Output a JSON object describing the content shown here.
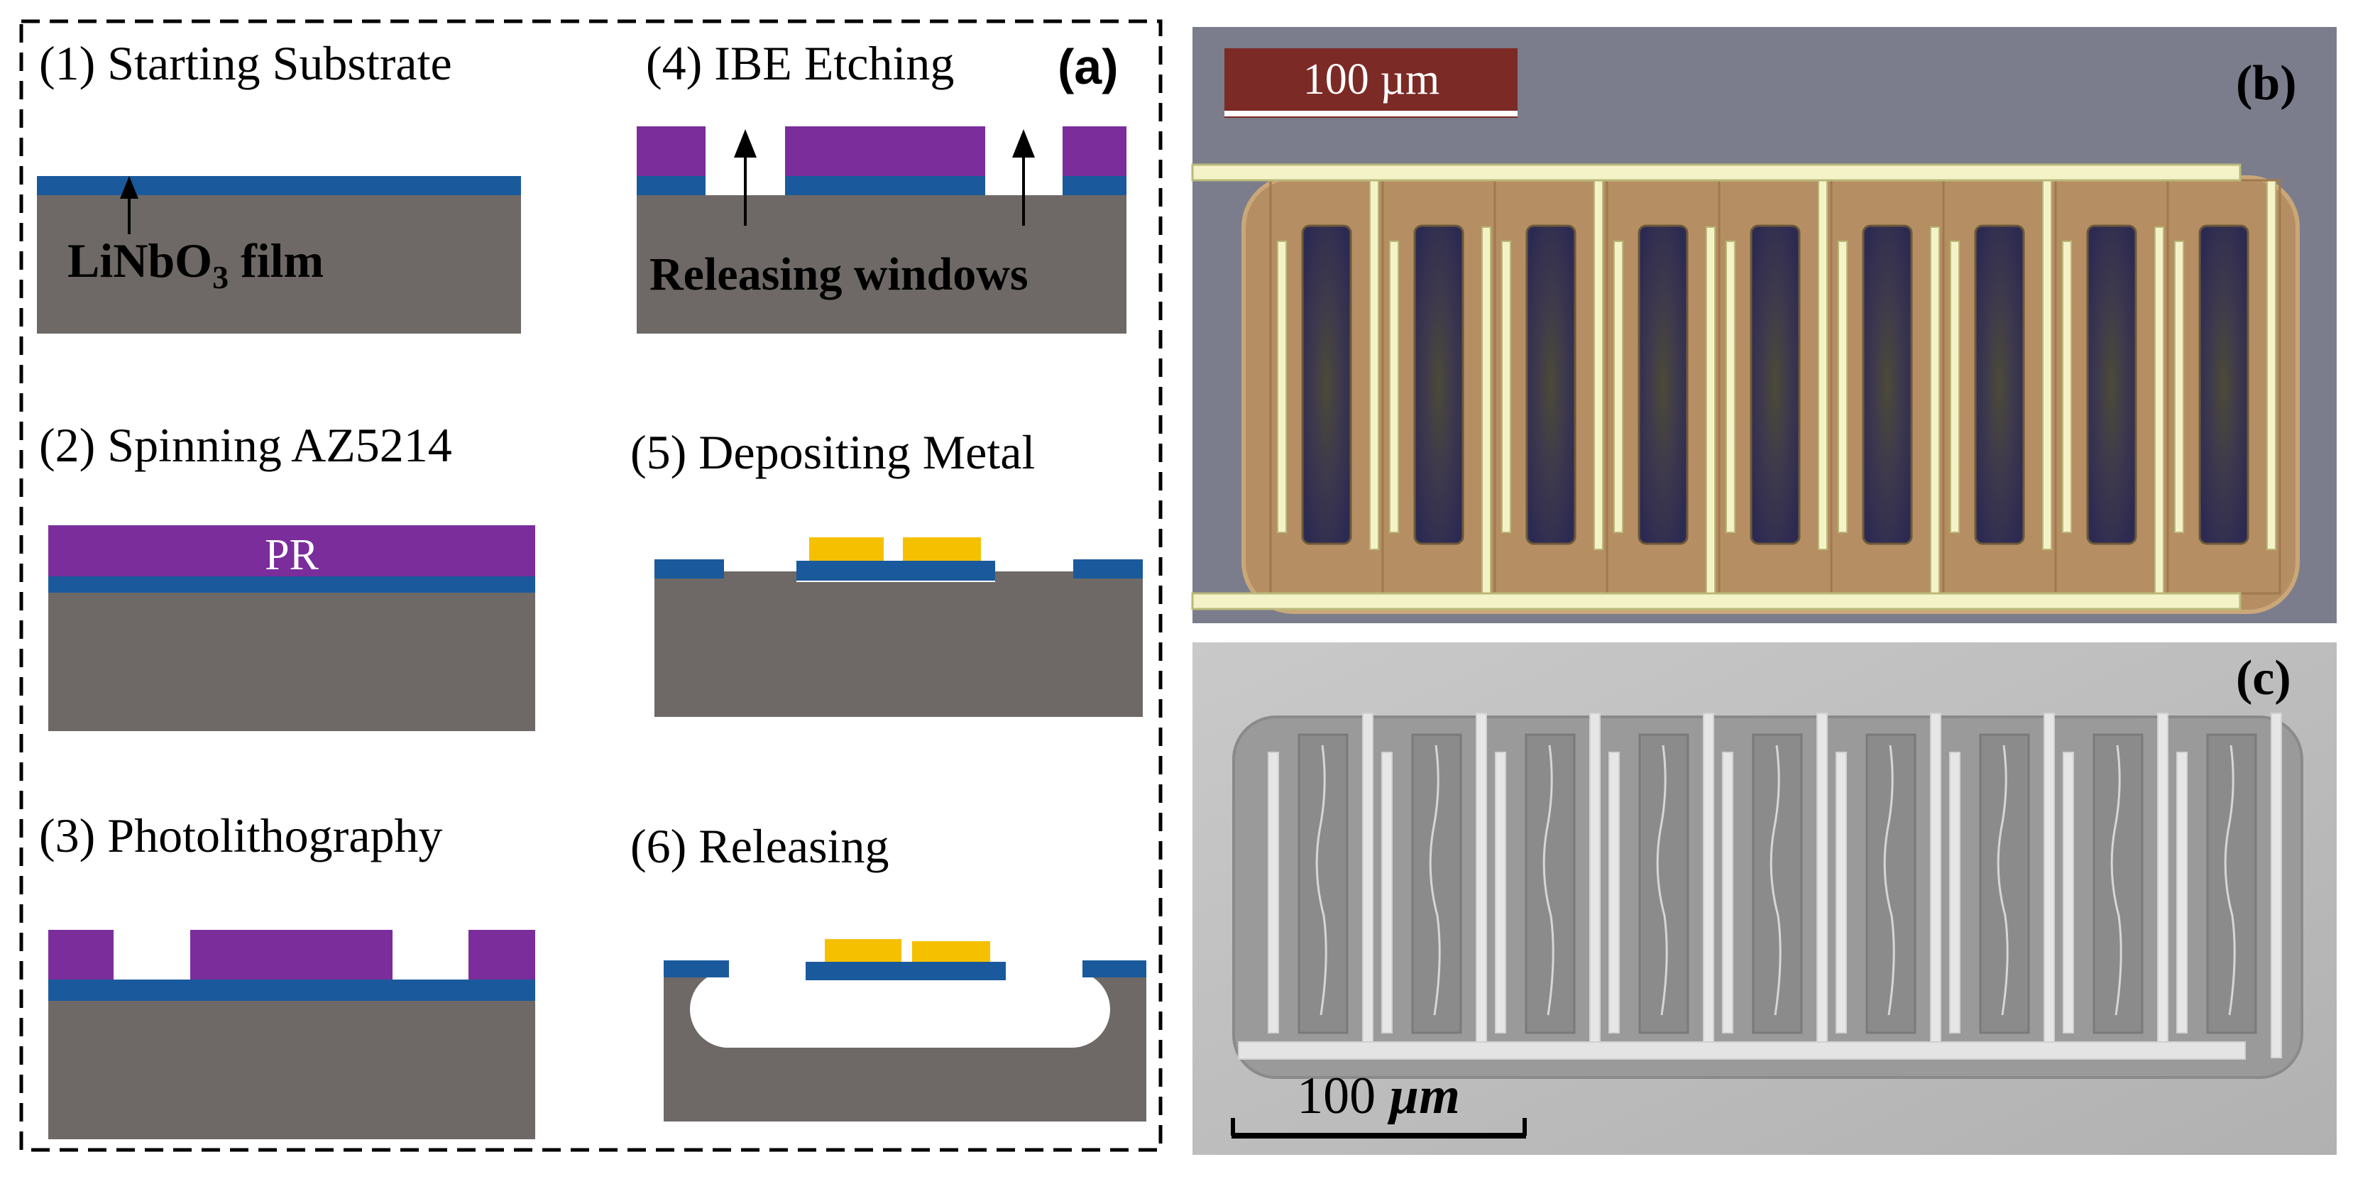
{
  "panel_a": {
    "label": "(a)",
    "steps": [
      {
        "title": "(1) Starting Substrate"
      },
      {
        "title": "(2) Spinning AZ5214"
      },
      {
        "title": "(3) Photolithography"
      },
      {
        "title": "(4) IBE Etching"
      },
      {
        "title": "(5) Depositing Metal"
      },
      {
        "title": "(6) Releasing"
      }
    ],
    "annotations": {
      "film_label": "LiNbO",
      "film_subscript": "3",
      "film_suffix": " film",
      "pr_label": "PR",
      "windows_label": "Releasing windows"
    }
  },
  "panel_b": {
    "label": "(b)",
    "scale_bar": "100 µm"
  },
  "panel_c": {
    "label": "(c)",
    "scale_bar_value": "100 ",
    "scale_bar_unit": "µm"
  },
  "colors": {
    "substrate": "#6e6966",
    "lnbo_film": "#1a5a9c",
    "photoresist": "#7a2d9b",
    "metal": "#f5c000",
    "frame_dash": "#000000",
    "optical_background": "#7b7d8c",
    "optical_plate": "#b58f63",
    "electrode": "#f4f3c8",
    "sem_background": "#bdbdbd",
    "sem_plate": "#9a9a9a",
    "scale_bar_fill": "#7c2a25"
  }
}
